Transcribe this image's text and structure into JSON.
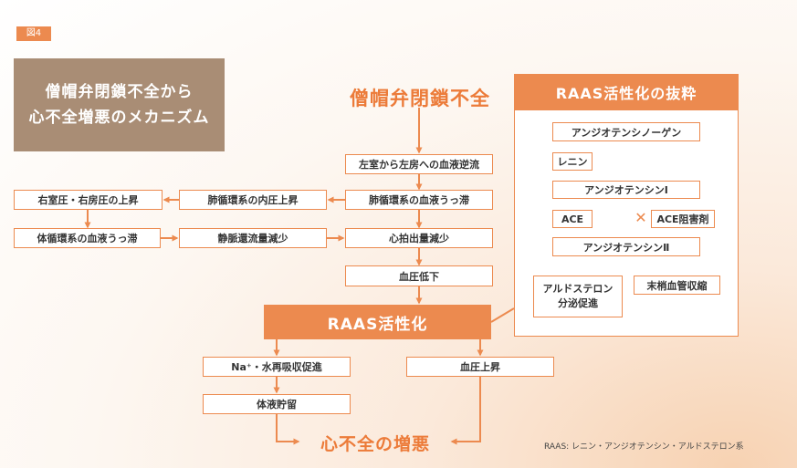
{
  "figure_label": "図4",
  "title": [
    "僧帽弁閉鎖不全から",
    "心不全増悪のメカニズム"
  ],
  "main_title": "僧帽弁閉鎖不全",
  "boxes": {
    "regurg": "左室から左房への血液逆流",
    "pulm_congestion": "肺循環系の血液うっ滞",
    "pulm_pressure": "肺循環系の内圧上昇",
    "right_pressure": "右室圧・右房圧の上昇",
    "systemic_congestion": "体循環系の血液うっ滞",
    "venous_return": "静脈還流量減少",
    "cardiac_output": "心拍出量減少",
    "bp_drop": "血圧低下",
    "na_water": "Na⁺・水再吸収促進",
    "fluid": "体液貯留",
    "bp_rise": "血圧上昇"
  },
  "raas_bar": "RAAS活性化",
  "result": "心不全の増悪",
  "raas_panel": {
    "header": "RAAS活性化の抜粋",
    "angiotensinogen": "アンジオテンシノーゲン",
    "renin": "レニン",
    "ang1": "アンジオテンシンⅠ",
    "ace": "ACE",
    "cross": "✕",
    "ace_inhibitor": "ACE阻害剤",
    "ang2": "アンジオテンシンⅡ",
    "aldosterone_line1": "アルドステロン",
    "aldosterone_line2": "分泌促進",
    "vasoconstriction": "末梢血管収縮"
  },
  "footnote": "RAAS: レニン・アンジオテンシン・アルドステロン系",
  "colors": {
    "accent": "#ec8a4f",
    "title_bg": "#a98d75"
  }
}
